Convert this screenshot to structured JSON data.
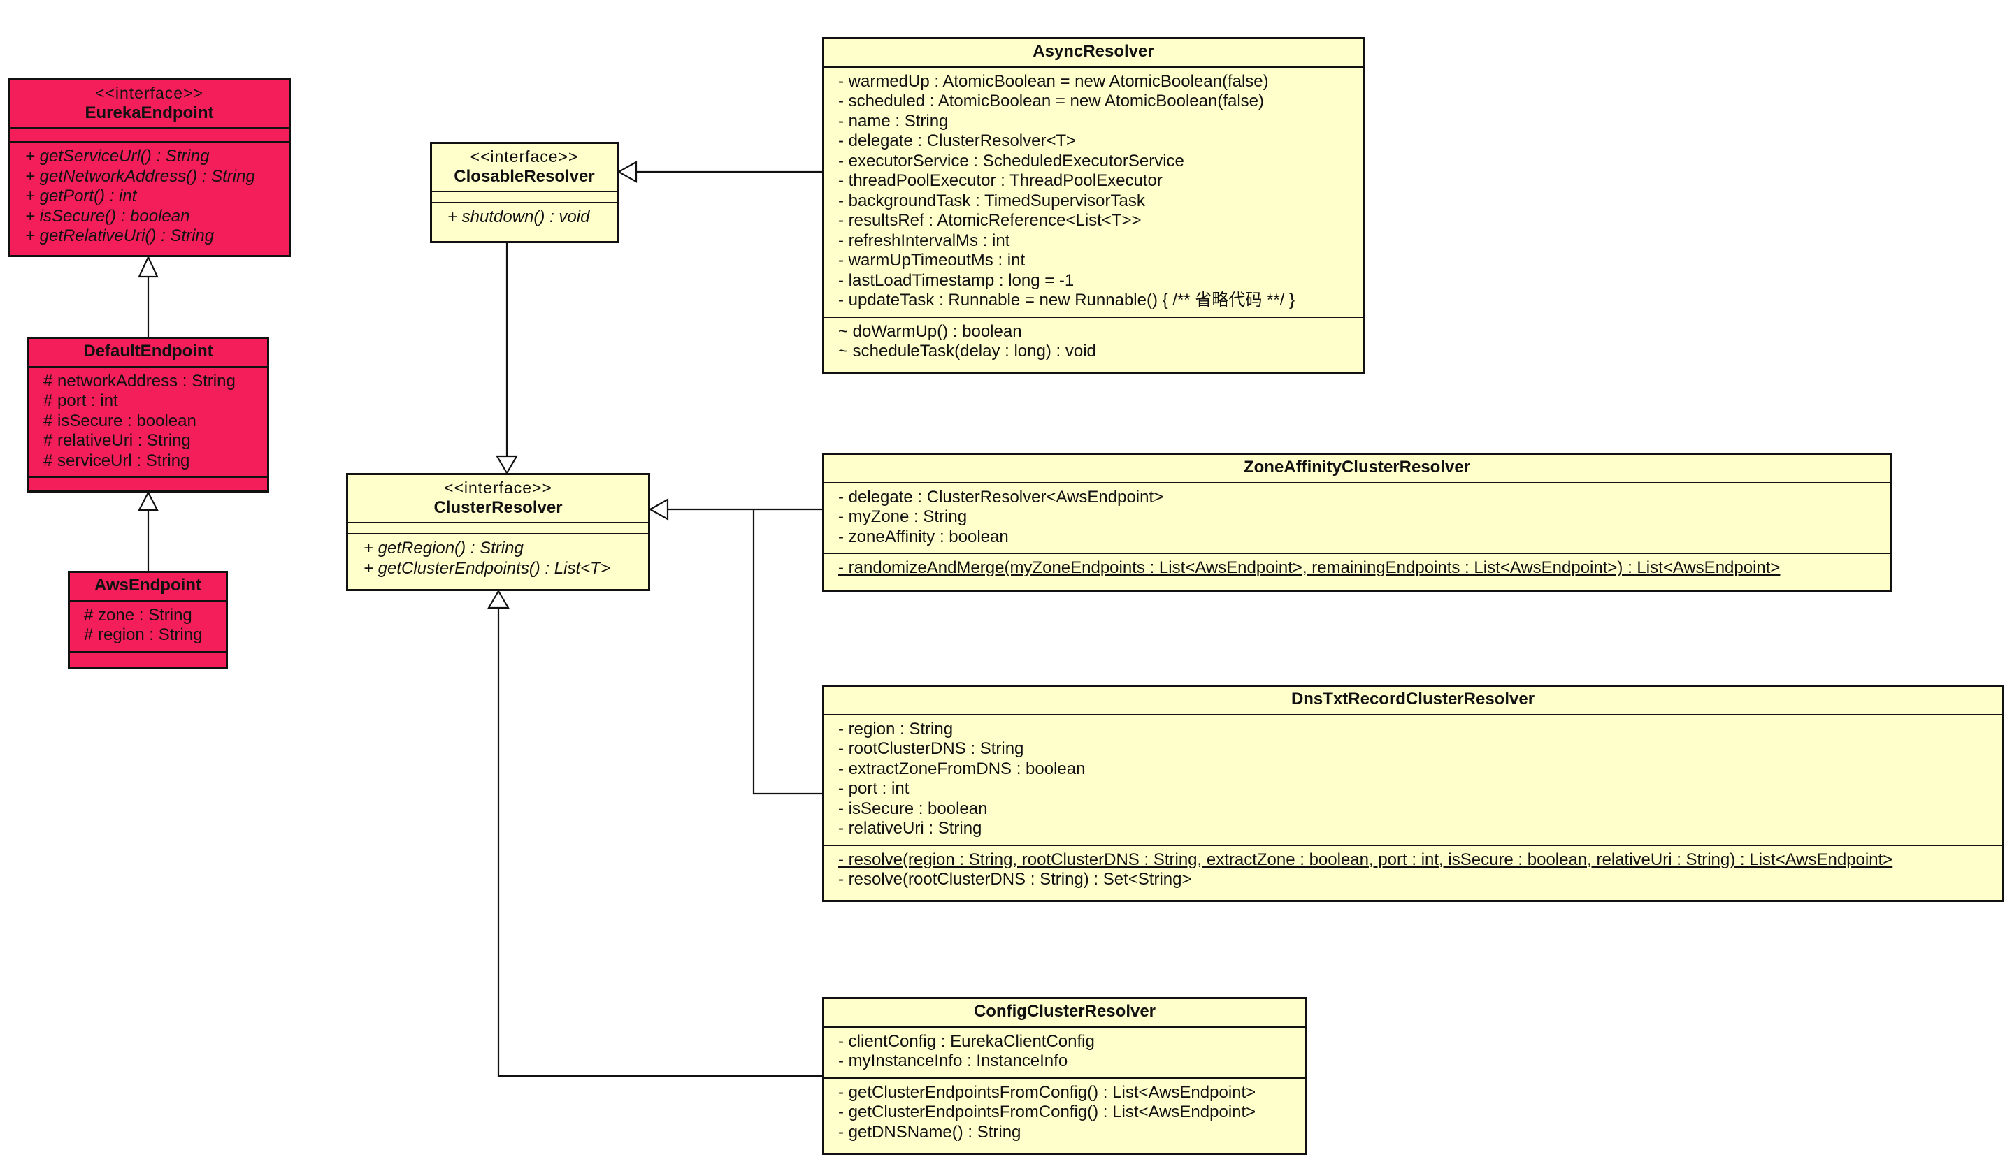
{
  "classes": {
    "eureka_endpoint": {
      "stereotype": "<<interface>>",
      "name": "EurekaEndpoint",
      "operations": [
        "+ getServiceUrl() : String",
        "+ getNetworkAddress() : String",
        "+ getPort() : int",
        "+ isSecure() : boolean",
        "+ getRelativeUri() : String"
      ]
    },
    "default_endpoint": {
      "name": "DefaultEndpoint",
      "attributes": [
        "# networkAddress : String",
        "# port : int",
        "# isSecure : boolean",
        "# relativeUri : String",
        "# serviceUrl : String"
      ]
    },
    "aws_endpoint": {
      "name": "AwsEndpoint",
      "attributes": [
        "# zone : String",
        "# region : String"
      ]
    },
    "closable_resolver": {
      "stereotype": "<<interface>>",
      "name": "ClosableResolver",
      "operations": [
        "+ shutdown() : void"
      ]
    },
    "cluster_resolver": {
      "stereotype": "<<interface>>",
      "name": "ClusterResolver",
      "operations": [
        "+ getRegion() : String",
        "+ getClusterEndpoints() : List<T>"
      ]
    },
    "async_resolver": {
      "name": "AsyncResolver",
      "attributes": [
        "- warmedUp : AtomicBoolean = new AtomicBoolean(false)",
        "- scheduled : AtomicBoolean = new AtomicBoolean(false)",
        "- name : String",
        "- delegate : ClusterResolver<T>",
        "- executorService : ScheduledExecutorService",
        "- threadPoolExecutor : ThreadPoolExecutor",
        "- backgroundTask : TimedSupervisorTask",
        "- resultsRef : AtomicReference<List<T>>",
        "- refreshIntervalMs : int",
        "- warmUpTimeoutMs : int",
        "- lastLoadTimestamp : long = -1",
        "- updateTask : Runnable = new Runnable() { /** 省略代码 **/ }"
      ],
      "operations": [
        "~ doWarmUp() : boolean",
        "~ scheduleTask(delay : long) : void"
      ]
    },
    "zone_affinity_cluster_resolver": {
      "name": "ZoneAffinityClusterResolver",
      "attributes": [
        "- delegate : ClusterResolver<AwsEndpoint>",
        "- myZone : String",
        "- zoneAffinity : boolean"
      ],
      "operations": [
        "- randomizeAndMerge(myZoneEndpoints : List<AwsEndpoint>, remainingEndpoints : List<AwsEndpoint>) : List<AwsEndpoint>"
      ]
    },
    "dns_txt_record_cluster_resolver": {
      "name": "DnsTxtRecordClusterResolver",
      "attributes": [
        "- region : String",
        "- rootClusterDNS : String",
        "- extractZoneFromDNS : boolean",
        "- port : int",
        "- isSecure : boolean",
        "- relativeUri : String"
      ],
      "operations": [
        "- resolve(region : String, rootClusterDNS : String, extractZone : boolean, port : int, isSecure : boolean, relativeUri : String) : List<AwsEndpoint>",
        "- resolve(rootClusterDNS : String) : Set<String>"
      ]
    },
    "config_cluster_resolver": {
      "name": "ConfigClusterResolver",
      "attributes": [
        "- clientConfig : EurekaClientConfig",
        "- myInstanceInfo : InstanceInfo"
      ],
      "operations": [
        "- getClusterEndpointsFromConfig() : List<AwsEndpoint>",
        "- getClusterEndpointsFromConfig() : List<AwsEndpoint>",
        "- getDNSName() : String"
      ]
    }
  }
}
